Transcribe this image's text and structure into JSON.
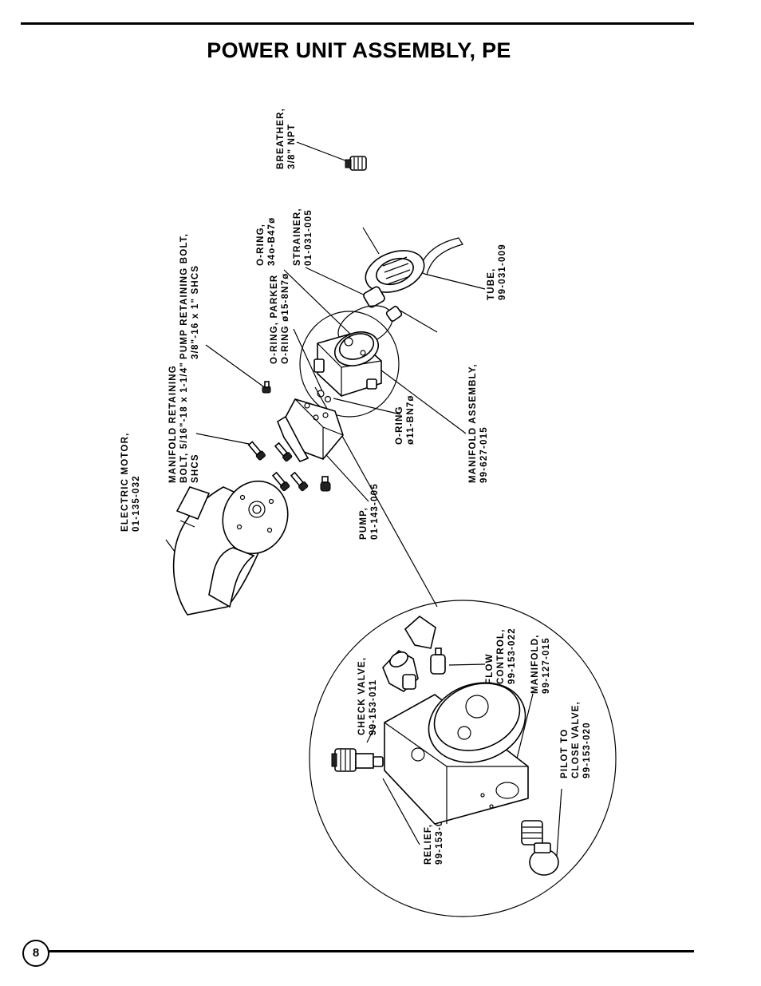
{
  "title": "POWER UNIT ASSEMBLY, PE",
  "page_number": "8",
  "labels": {
    "breather": [
      "BREATHER,",
      "3/8\" NPT"
    ],
    "oring_34": [
      "O-RING,",
      "34o-B47ø"
    ],
    "strainer": [
      "STRAINER,",
      "01-031-005"
    ],
    "tube": [
      "TUBE,",
      "99-031-009"
    ],
    "oring_parker": [
      "O-RING, PARKER",
      "O-RING ø15-8N7ø"
    ],
    "pump_bolt": [
      "PUMP RETAINING BOLT,",
      "3/8\"-16 x 1\" SHCS"
    ],
    "manifold_bolt": [
      "MANIFOLD RETAINING",
      "BOLT, 5/16\"-18 x 1-1/4\"",
      "SHCS"
    ],
    "electric_motor": [
      "ELECTRIC MOTOR,",
      "01-135-032"
    ],
    "oring_11": [
      "O-RING",
      "ø11-BN7ø"
    ],
    "manifold_assembly": [
      "MANIFOLD ASSEMBLY,",
      "99-627-015"
    ],
    "pump": [
      "PUMP,",
      "01-143-005"
    ],
    "check_valve": [
      "CHECK VALVE,",
      "99-153-011"
    ],
    "flow_control": [
      "FLOW",
      "CONTROL,",
      "99-153-022"
    ],
    "manifold": [
      "MANIFOLD,",
      "99-127-015"
    ],
    "pilot_valve": [
      "PILOT TO",
      "CLOSE VALVE,",
      "99-153-020"
    ],
    "relief": [
      "RELIEF,",
      "99-153-006"
    ]
  }
}
